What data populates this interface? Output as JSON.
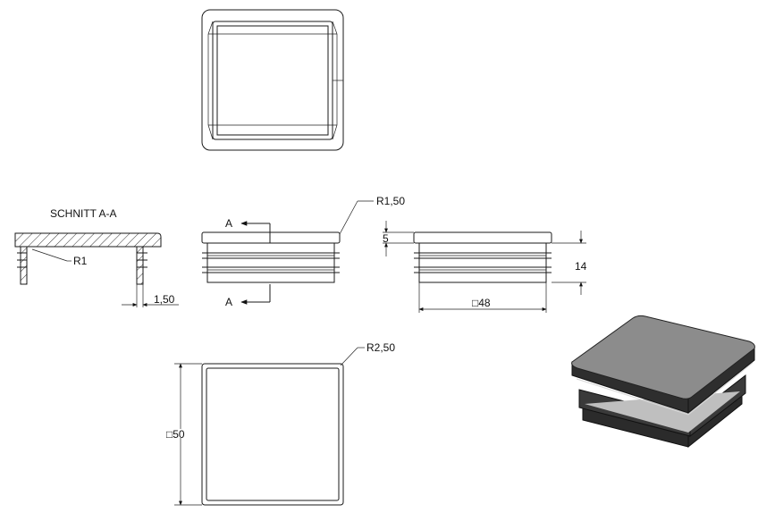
{
  "section_title": "SCHNITT A-A",
  "labels": {
    "r1": "R1",
    "wall_thickness": "1,50",
    "r150": "R1,50",
    "cut_top": "A",
    "cut_bottom": "A",
    "height_5": "5",
    "height_14": "14",
    "width_48": "□48",
    "r250": "R2,50",
    "width_50": "□50"
  },
  "colors": {
    "line": "#1a1a1a",
    "hatch": "#333333",
    "iso_top": "#8c8c8c",
    "iso_dark": "#2b2b2b"
  }
}
